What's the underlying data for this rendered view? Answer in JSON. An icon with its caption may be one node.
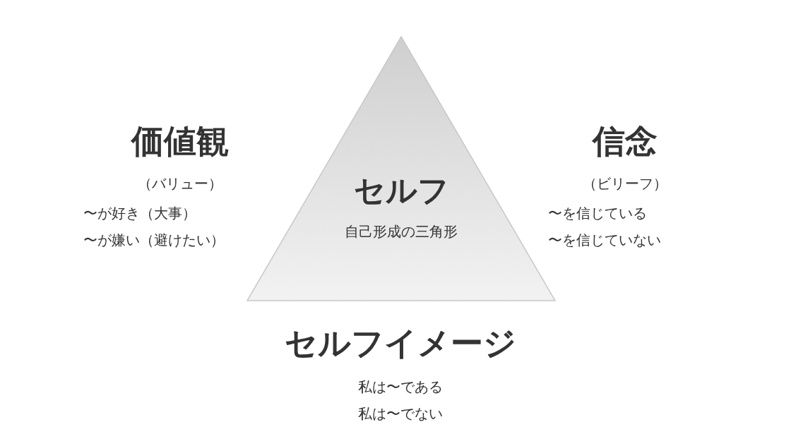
{
  "diagram": {
    "nodes": [
      {
        "text": [
          "セルフ",
          "自己形成の三角形"
        ]
      }
    ],
    "edges": [],
    "labels": [
      "価値観",
      "（バリュー）",
      "〜が好き（大事）",
      "〜が嫌い（避けたい）",
      "信念",
      "（ビリーフ）",
      "〜を信じている",
      "〜を信じていない",
      "セルフイメージ",
      "私は〜である",
      "私は〜でない"
    ]
  }
}
